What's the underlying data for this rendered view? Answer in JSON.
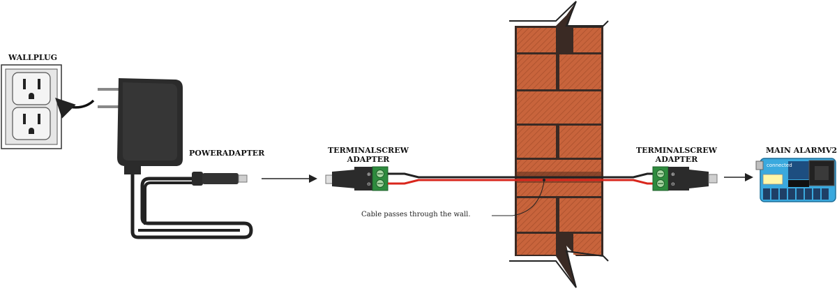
{
  "labels": {
    "wall_plug": "WALLPLUG",
    "power_adapter": "POWERADAPTER",
    "terminal_left_line1": "TERMINALSCREW",
    "terminal_left_line2": "ADAPTER",
    "terminal_right_line1": "TERMINALSCREW",
    "terminal_right_line2": "ADAPTER",
    "main_alarm": "MAIN ALARMV2",
    "board_logo": "connected"
  },
  "annotation": {
    "cable_note": "Cable passes through the wall."
  },
  "colors": {
    "brick": "#c8643c",
    "mortar": "#3a2a24",
    "wire_red": "#d9261c",
    "wire_black": "#222222",
    "terminal_green": "#2e8b3e",
    "board_blue": "#3aa9de",
    "adapter_body": "#2b2b2b",
    "outlet_plate": "#e6e6e6"
  },
  "icons": [
    "wall-outlet-icon",
    "power-adapter-icon",
    "terminal-screw-adapter-icon",
    "alarm-board-icon",
    "brick-wall-icon",
    "arrow-icon"
  ]
}
